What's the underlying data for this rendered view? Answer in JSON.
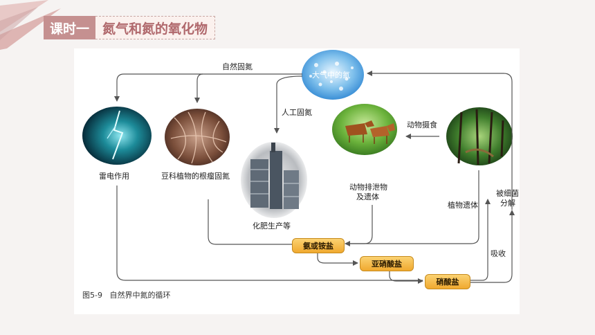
{
  "header": {
    "tag": "课时一",
    "title": "氮气和氮的氧化物"
  },
  "figure": {
    "caption_number": "图5-9",
    "caption_text": "自然界中氮的循环",
    "labels": {
      "natural_fixation": "自然固氮",
      "atmosphere": "大气中的氮",
      "artificial_fixation": "人工固氮",
      "lightning": "雷电作用",
      "legume": "豆科植物的根瘤固氮",
      "fertilizer": "化肥生产等",
      "animal_feeding": "动物摄食",
      "animal_excreta_1": "动物排泄物",
      "animal_excreta_2": "及遗体",
      "plant_remains": "植物遗体",
      "bacteria_1": "被细菌",
      "bacteria_2": "分解",
      "absorption": "吸收"
    },
    "boxes": {
      "ammonia": "氨或铵盐",
      "nitrite": "亚硝酸盐",
      "nitrate": "硝酸盐"
    }
  },
  "colors": {
    "accent": "#c59090",
    "box_fill": "#f4b53f",
    "arrow": "#555555"
  },
  "icons": [
    "lightning-image",
    "root-nodule-image",
    "factory-image",
    "cattle-image",
    "forest-image",
    "atmosphere-image"
  ]
}
